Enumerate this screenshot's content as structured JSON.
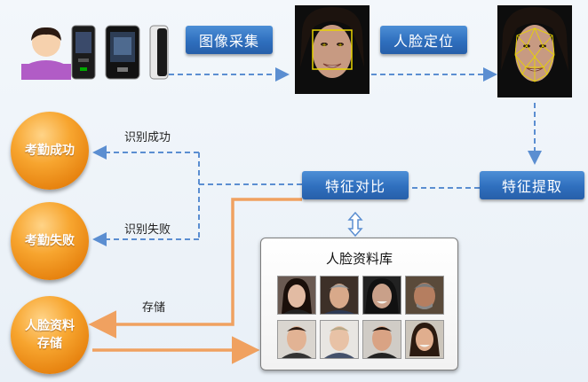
{
  "steps": {
    "capture": "图像采集",
    "locate": "人脸定位",
    "compare": "特征对比",
    "extract": "特征提取"
  },
  "results": {
    "success": "考勤成功",
    "fail": "考勤失败",
    "store_line1": "人脸资料",
    "store_line2": "存储"
  },
  "labels": {
    "recognize_success": "识别成功",
    "recognize_fail": "识别失败",
    "store": "存储"
  },
  "database": {
    "title": "人脸资料库"
  },
  "colors": {
    "step_blue": "#2f6fbe",
    "arrow_blue": "#5b8ed1",
    "arrow_orange": "#f0a160",
    "circle_orange": "#f39a1f"
  }
}
